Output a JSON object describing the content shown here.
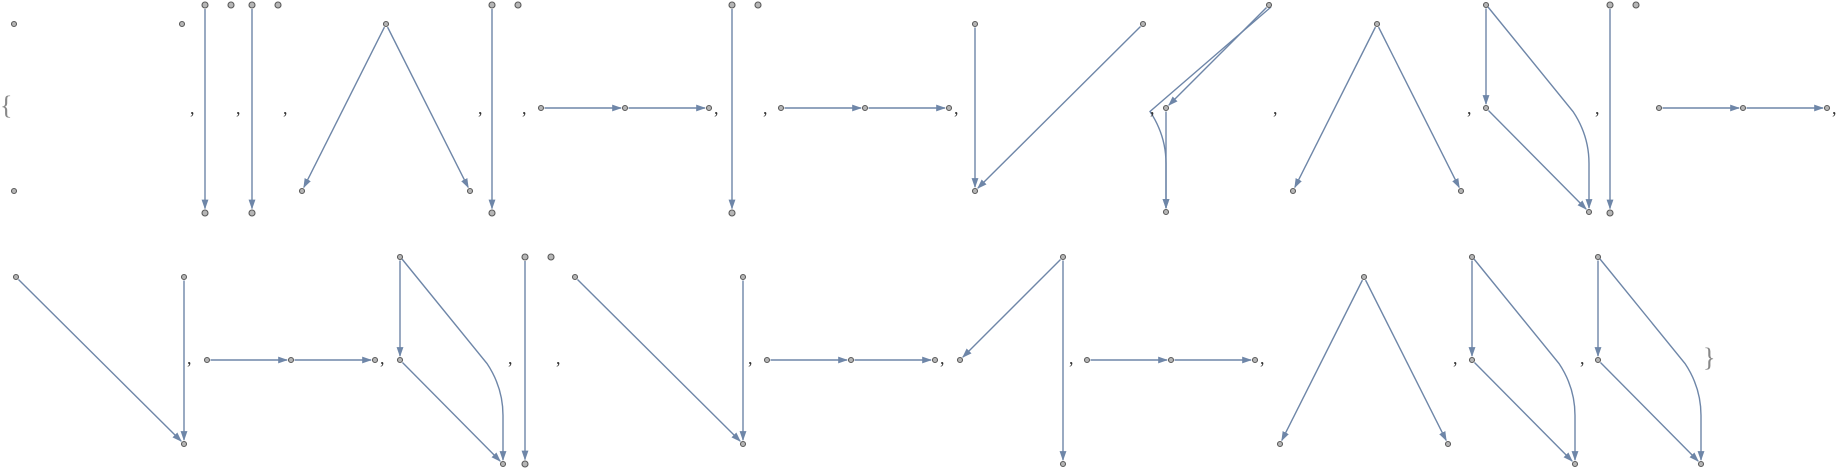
{
  "list": {
    "open_brace": "{",
    "close_brace": "}",
    "separator": ","
  },
  "colors": {
    "edge": "#6e86a8",
    "vertex_fill": "#b6b6b6",
    "vertex_stroke": "#5a5a5a",
    "text": "#333333"
  },
  "graphs": [
    {
      "id": 1,
      "kind": "three isolated vertices"
    },
    {
      "id": 2,
      "kind": "one directed edge plus isolated vertex"
    },
    {
      "id": 3,
      "kind": "one directed edge plus isolated vertex"
    },
    {
      "id": 4,
      "kind": "out-star with two edges"
    },
    {
      "id": 5,
      "kind": "one directed edge plus isolated vertex"
    },
    {
      "id": 6,
      "kind": "directed path of length two"
    },
    {
      "id": 7,
      "kind": "one directed edge plus isolated vertex"
    },
    {
      "id": 8,
      "kind": "directed path of length two"
    },
    {
      "id": 9,
      "kind": "two edges into one vertex"
    },
    {
      "id": 10,
      "kind": "transitive triangle"
    },
    {
      "id": 11,
      "kind": "out-star with two edges"
    },
    {
      "id": 12,
      "kind": "transitive triangle"
    },
    {
      "id": 13,
      "kind": "one directed edge plus isolated vertex"
    },
    {
      "id": 14,
      "kind": "directed path of length two"
    },
    {
      "id": 15,
      "kind": "two edges into one vertex"
    },
    {
      "id": 16,
      "kind": "directed path of length two"
    },
    {
      "id": 17,
      "kind": "transitive triangle"
    },
    {
      "id": 18,
      "kind": "one directed edge plus isolated vertex"
    },
    {
      "id": 19,
      "kind": "two edges into one vertex"
    },
    {
      "id": 20,
      "kind": "directed path of length two"
    },
    {
      "id": 21,
      "kind": "out-star with two edges"
    },
    {
      "id": 22,
      "kind": "directed path of length two"
    },
    {
      "id": 23,
      "kind": "out-star with two edges"
    },
    {
      "id": 24,
      "kind": "transitive triangle"
    },
    {
      "id": 25,
      "kind": "transitive triangle"
    }
  ]
}
